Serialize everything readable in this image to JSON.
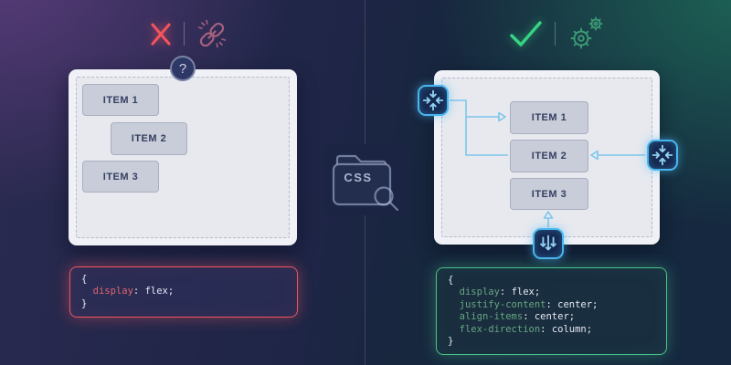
{
  "colors": {
    "red": "#f4545d",
    "green": "#36d582",
    "pink_muted": "#a5607e",
    "teal_muted": "#3b9b74",
    "blue_glow": "#49b5ee",
    "blue_line": "#7cc6eb",
    "panel_bg": "#e7e9ef",
    "item_bg": "#c8cdd9",
    "navy_badge": "#2e3866"
  },
  "center": {
    "folder_label": "CSS",
    "folder_icon": "folder-with-magnifier"
  },
  "left": {
    "status": "wrong",
    "status_icon": "cross-icon",
    "aux_icon": "broken-link-icon",
    "badge_label": "?",
    "items": [
      "ITEM 1",
      "ITEM 2",
      "ITEM 3"
    ],
    "code": {
      "accent": "#ef5560",
      "prop_color": "#e2636c",
      "lines": [
        {
          "text": "{"
        },
        {
          "indent": true,
          "prop": "display",
          "rest": ": flex;"
        },
        {
          "text": "}"
        }
      ]
    }
  },
  "right": {
    "status": "correct",
    "status_icon": "check-icon",
    "aux_icon": "gears-icon",
    "items": [
      "ITEM 1",
      "ITEM 2",
      "ITEM 3"
    ],
    "center_icons": [
      "align-center-icon",
      "align-center-icon",
      "column-arrows-icon"
    ],
    "code": {
      "accent": "#45c487",
      "prop_color": "#66a680",
      "lines": [
        {
          "text": "{"
        },
        {
          "indent": true,
          "prop": "display",
          "rest": ": flex;"
        },
        {
          "indent": true,
          "prop": "justify-content",
          "rest": ": center;"
        },
        {
          "indent": true,
          "prop": "align-items",
          "rest": ": center;"
        },
        {
          "indent": true,
          "prop": "flex-direction",
          "rest": ": column;"
        },
        {
          "text": "}"
        }
      ]
    }
  }
}
